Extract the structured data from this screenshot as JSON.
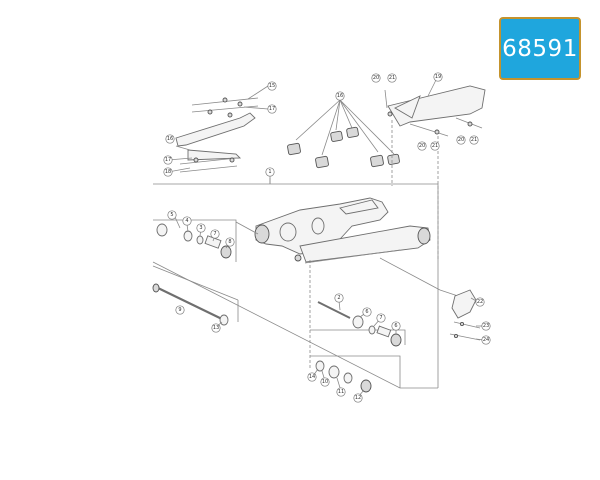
{
  "reference_badge": {
    "text": "68591",
    "background": "#1fa6dd",
    "border": "#c4932d"
  },
  "callouts": [
    "1",
    "2",
    "3",
    "4",
    "5",
    "6",
    "7",
    "8",
    "9",
    "10",
    "11",
    "12",
    "13",
    "14",
    "15",
    "16",
    "17",
    "18",
    "19",
    "20",
    "21",
    "22",
    "23",
    "24"
  ]
}
